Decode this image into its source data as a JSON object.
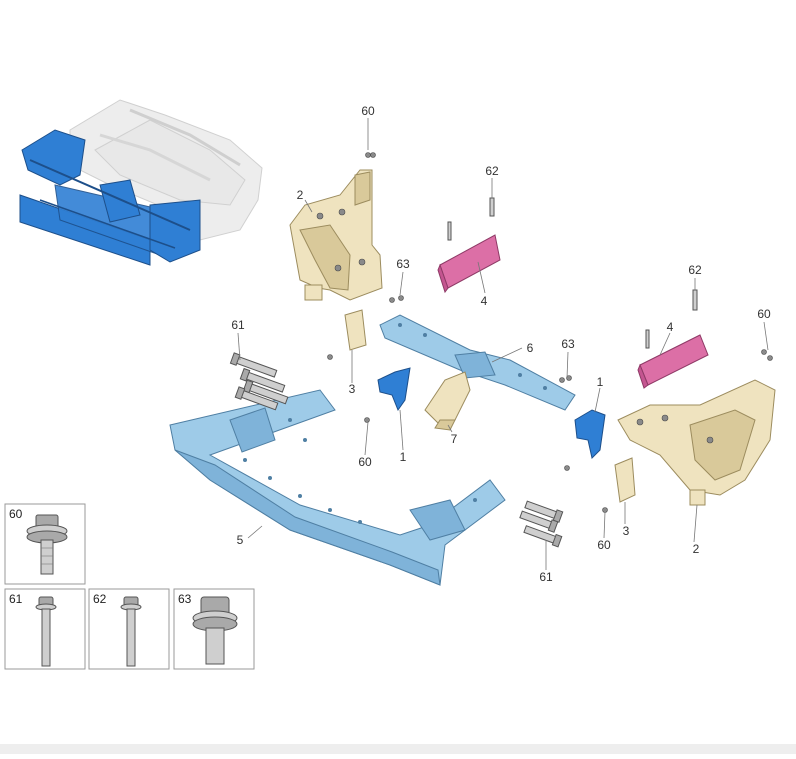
{
  "diagram": {
    "callouts": [
      {
        "id": "c60-top",
        "text": "60"
      },
      {
        "id": "c2-left",
        "text": "2"
      },
      {
        "id": "c62-mid",
        "text": "62"
      },
      {
        "id": "c63-left",
        "text": "63"
      },
      {
        "id": "c4-left",
        "text": "4"
      },
      {
        "id": "c61-left",
        "text": "61"
      },
      {
        "id": "c3-left",
        "text": "3"
      },
      {
        "id": "c6",
        "text": "6"
      },
      {
        "id": "c63-right",
        "text": "63"
      },
      {
        "id": "c1-left",
        "text": "1"
      },
      {
        "id": "c60-left",
        "text": "60"
      },
      {
        "id": "c7",
        "text": "7"
      },
      {
        "id": "c62-right",
        "text": "62"
      },
      {
        "id": "c4-right",
        "text": "4"
      },
      {
        "id": "c60-right",
        "text": "60"
      },
      {
        "id": "c1-right",
        "text": "1"
      },
      {
        "id": "c5",
        "text": "5"
      },
      {
        "id": "c61-right",
        "text": "61"
      },
      {
        "id": "c60-bottom",
        "text": "60"
      },
      {
        "id": "c3-right",
        "text": "3"
      },
      {
        "id": "c2-right",
        "text": "2"
      }
    ],
    "legend": [
      {
        "num": "60",
        "icon": "flange-bolt-icon"
      },
      {
        "num": "61",
        "icon": "long-bolt-icon"
      },
      {
        "num": "62",
        "icon": "long-bolt-icon"
      },
      {
        "num": "63",
        "icon": "flange-nut-icon"
      }
    ]
  }
}
